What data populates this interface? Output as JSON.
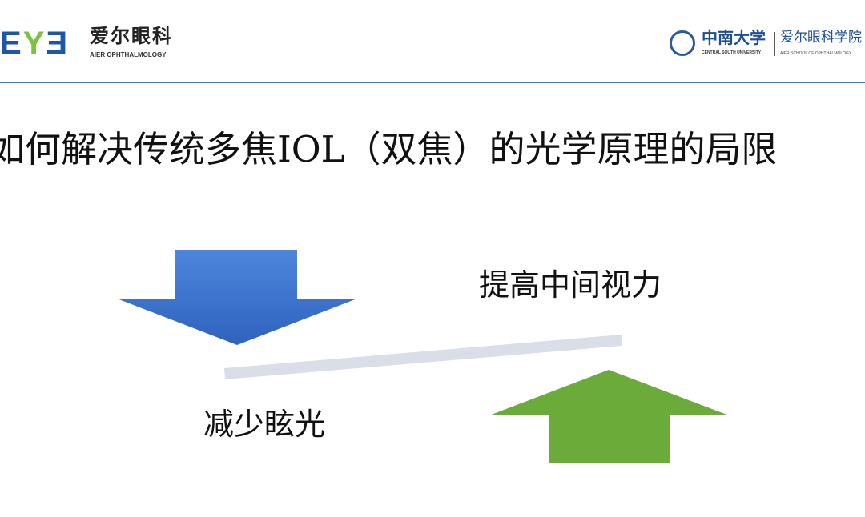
{
  "header": {
    "left_logo": {
      "mark": "EYE",
      "name_cn": "爱尔眼科",
      "name_en": "AIER OPHTHALMOLOGY"
    },
    "right_logo": {
      "university_cn": "中南大学",
      "university_en": "CENTRAL SOUTH UNIVERSITY",
      "school_cn": "爱尔眼科学院",
      "school_en": "AIER SCHOOL OF OPHTHALMOLOGY"
    }
  },
  "slide": {
    "title": "如何解决传统多焦IOL（双焦）的光学原理的局限",
    "label_up": "提高中间视力",
    "label_down": "减少眩光"
  },
  "colors": {
    "down_arrow": "#3f74cf",
    "up_arrow": "#6aab3a",
    "bar": "#d9dee9",
    "rule": "#4a7ab8"
  }
}
